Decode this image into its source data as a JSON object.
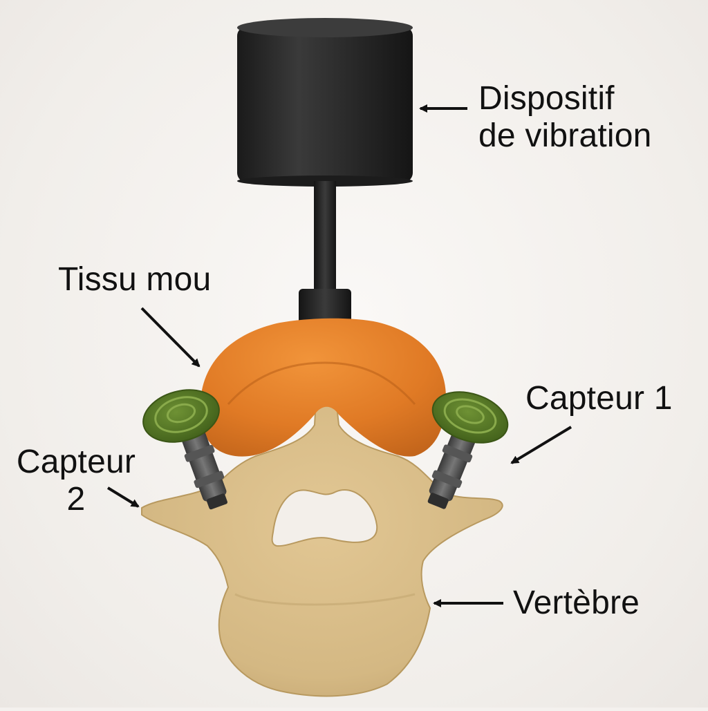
{
  "labels": {
    "vibration_line1": "Dispositif",
    "vibration_line2": "de vibration",
    "tissue": "Tissu mou",
    "sensor1": "Capteur 1",
    "sensor2_line1": "Capteur",
    "sensor2_line2": "2",
    "vertebra": "Vertèbre"
  },
  "colors": {
    "device": "#2b2b2b",
    "soft_tissue": "#e27f2a",
    "bone": "#d8bd87",
    "sensor_pad": "#5b7d28",
    "sensor_body": "#4f4f4f"
  }
}
